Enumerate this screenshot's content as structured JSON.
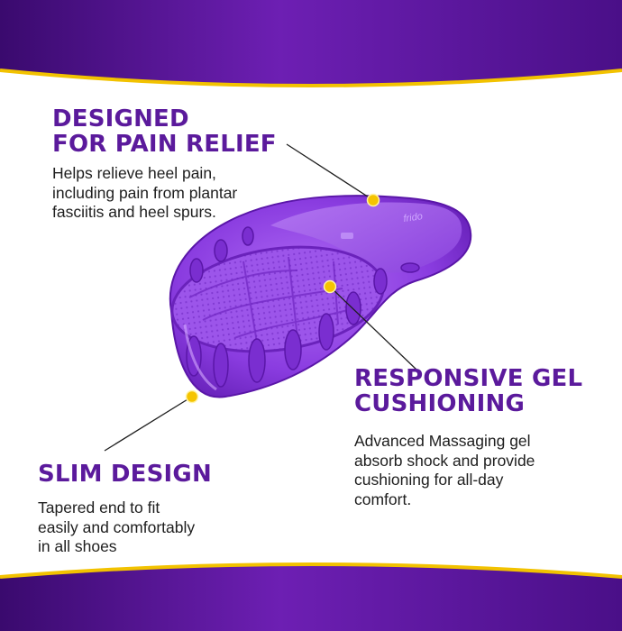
{
  "colors": {
    "purple_dark": "#3a0a6e",
    "purple": "#6d1fb3",
    "purple_light": "#a65bf0",
    "gold": "#f2c200",
    "heading": "#5b1a9c",
    "text": "#1e1e1e"
  },
  "product": {
    "name": "gel-heel-cushion",
    "logo_text": "frido"
  },
  "callouts": [
    {
      "id": "pain-relief",
      "heading_lines": [
        "DESIGNED",
        "FOR PAIN RELIEF"
      ],
      "body_lines": [
        "Helps relieve heel pain,",
        "including pain from plantar",
        "fasciitis and heel spurs."
      ]
    },
    {
      "id": "responsive-gel",
      "heading_lines": [
        "RESPONSIVE GEL",
        "CUSHIONING"
      ],
      "body_lines": [
        "Advanced Massaging gel",
        "absorb shock and provide",
        "cushioning for all-day",
        "comfort."
      ]
    },
    {
      "id": "slim-design",
      "heading_lines": [
        "SLIM DESIGN"
      ],
      "body_lines": [
        "Tapered end to fit",
        "easily and comfortably",
        "in all shoes"
      ]
    }
  ]
}
